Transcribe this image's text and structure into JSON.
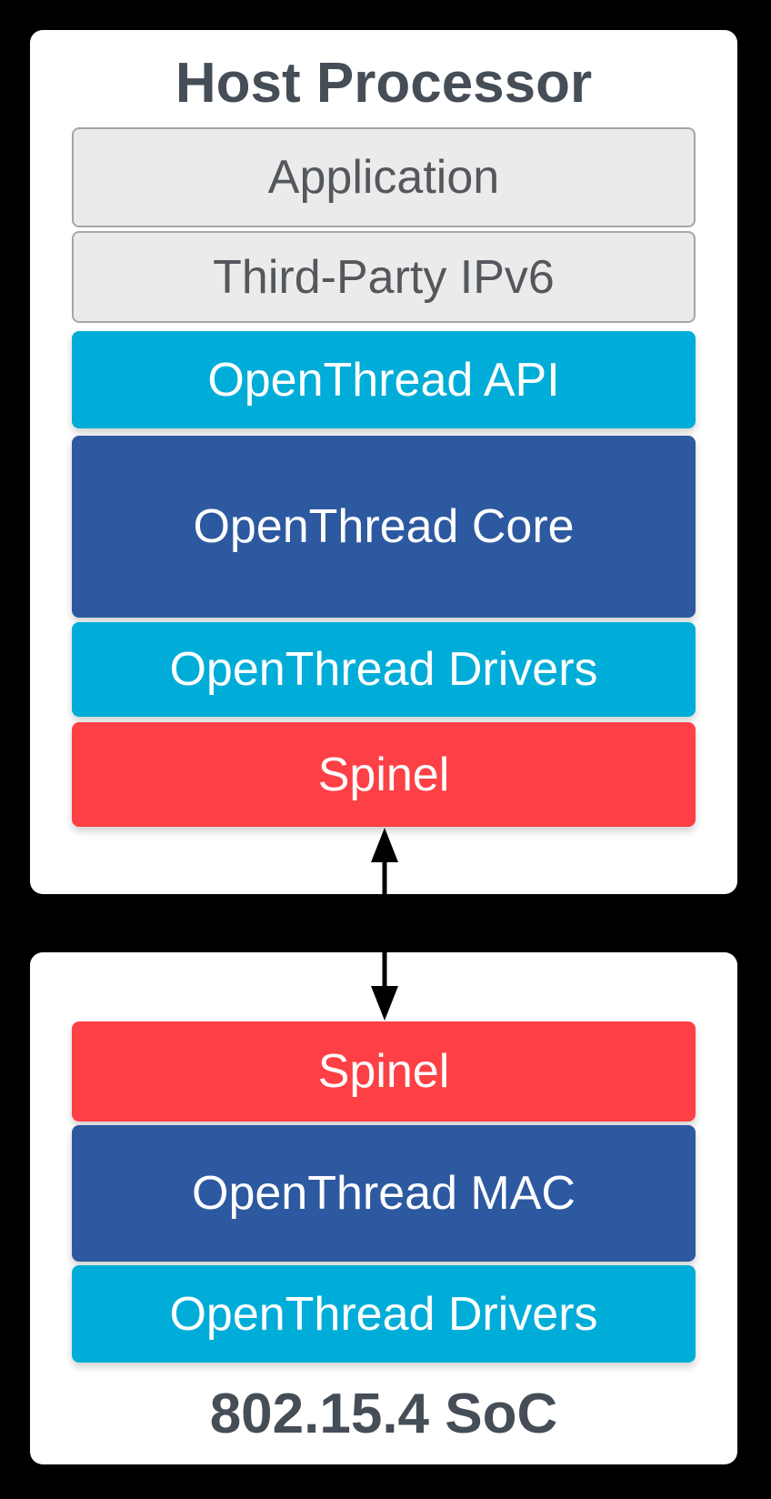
{
  "diagram": {
    "host_panel": {
      "title": "Host Processor",
      "layers": [
        {
          "label": "Application",
          "kind": "third-party"
        },
        {
          "label": "Third-Party IPv6",
          "kind": "third-party"
        },
        {
          "label": "OpenThread API",
          "kind": "openthread-api"
        },
        {
          "label": "OpenThread Core",
          "kind": "openthread-core"
        },
        {
          "label": "OpenThread Drivers",
          "kind": "openthread-driver"
        },
        {
          "label": "Spinel",
          "kind": "spinel-protocol"
        }
      ]
    },
    "soc_panel": {
      "title": "802.15.4 SoC",
      "layers": [
        {
          "label": "Spinel",
          "kind": "spinel-protocol"
        },
        {
          "label": "OpenThread MAC",
          "kind": "openthread-core"
        },
        {
          "label": "OpenThread Drivers",
          "kind": "openthread-driver"
        }
      ]
    },
    "connector": {
      "type": "bidirectional-vertical-arrow",
      "color": "#000000"
    },
    "colors": {
      "background": "#000000",
      "panel": "#FFFFFF",
      "third_party_fill": "#EBEBEB",
      "third_party_border": "#A6A6A6",
      "cyan": "#00ADD8",
      "dark_blue": "#2D59A0",
      "red": "#FD4045",
      "title_text": "#454D56",
      "gray_label_text": "#54585C",
      "colored_label_text": "#FFFFFF"
    }
  }
}
